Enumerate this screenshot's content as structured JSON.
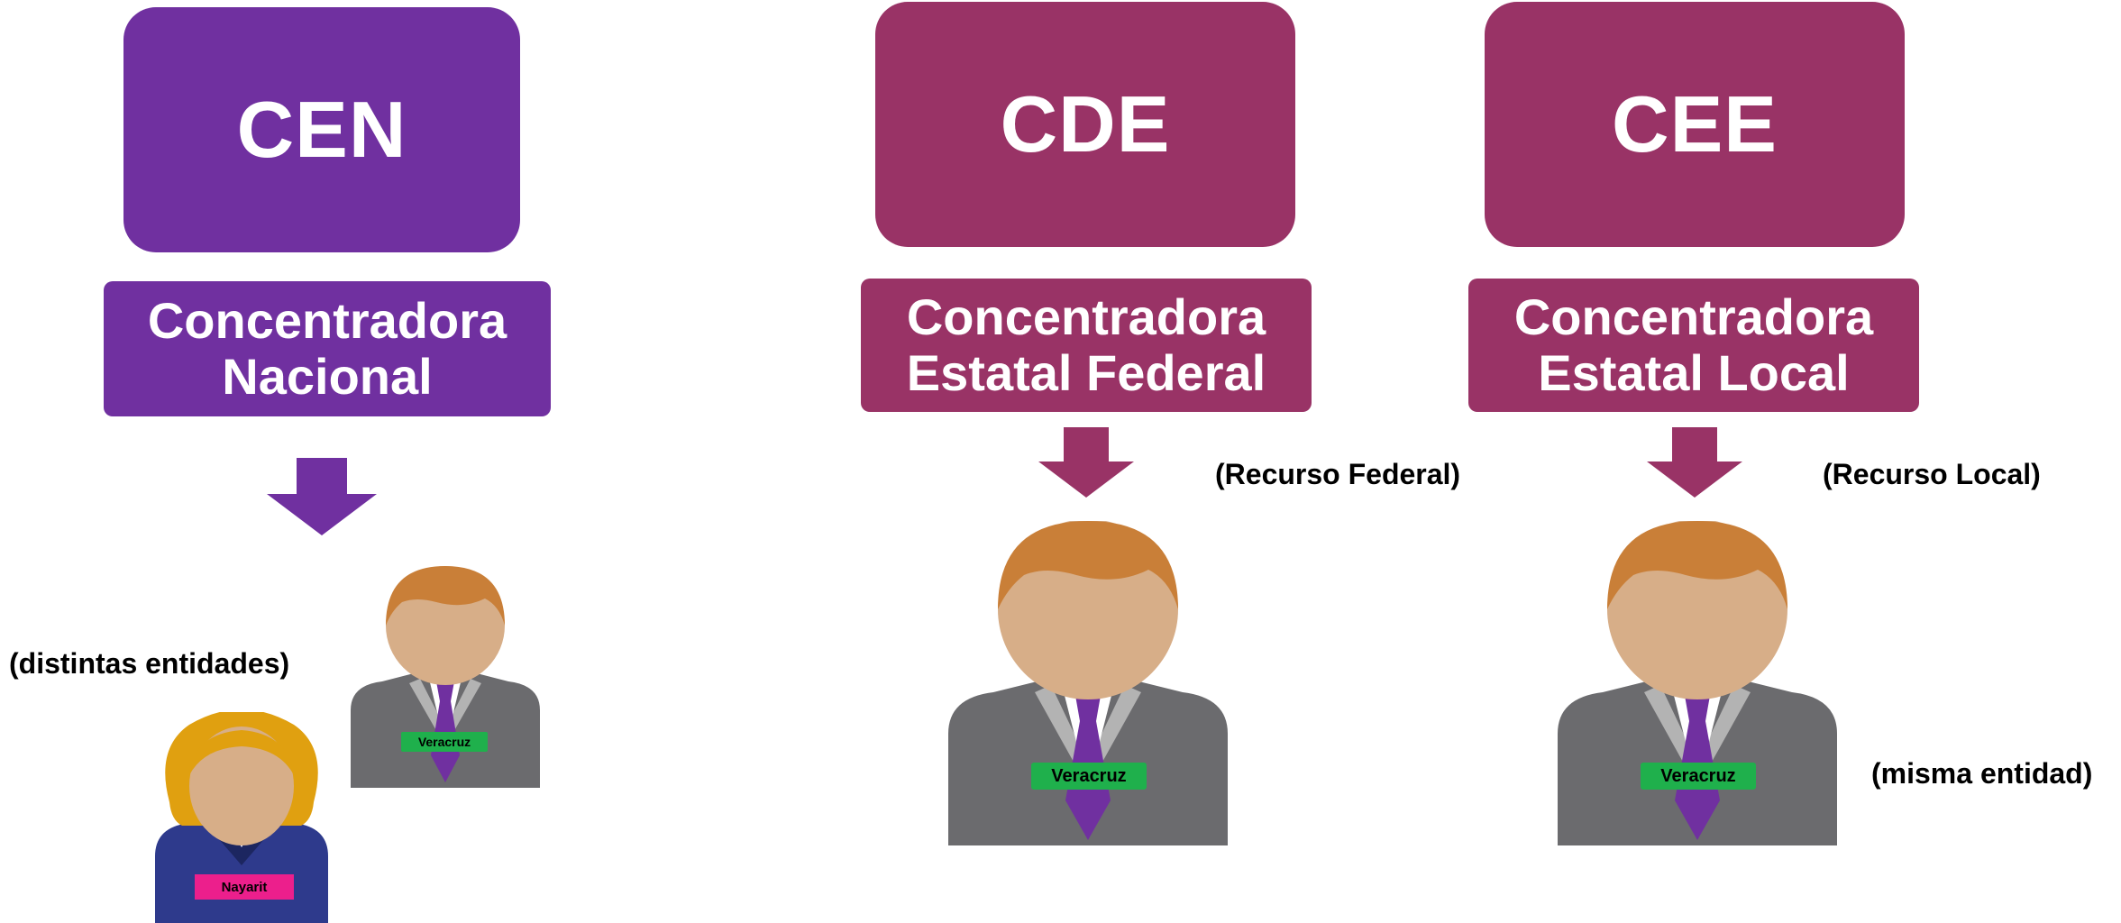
{
  "colors": {
    "purple": "#7030A0",
    "plum": "#993366"
  },
  "columns": [
    {
      "title": "CEN",
      "subtitle_line1": "Concentradora",
      "subtitle_line2": "Nacional",
      "color": "#7030A0",
      "note": "(distintas entidades)",
      "figures": [
        {
          "icon": "man-figure-icon",
          "badge": "Veracruz"
        },
        {
          "icon": "woman-figure-icon",
          "badge": "Nayarit"
        }
      ]
    },
    {
      "title": "CDE",
      "subtitle_line1": "Concentradora",
      "subtitle_line2": "Estatal Federal",
      "color": "#993366",
      "note": "(Recurso Federal)",
      "figures": [
        {
          "icon": "man-figure-icon",
          "badge": "Veracruz"
        }
      ]
    },
    {
      "title": "CEE",
      "subtitle_line1": "Concentradora",
      "subtitle_line2": "Estatal Local",
      "color": "#993366",
      "note": "(Recurso Local)",
      "note2": "(misma entidad)",
      "figures": [
        {
          "icon": "man-figure-icon",
          "badge": "Veracruz"
        }
      ]
    }
  ]
}
